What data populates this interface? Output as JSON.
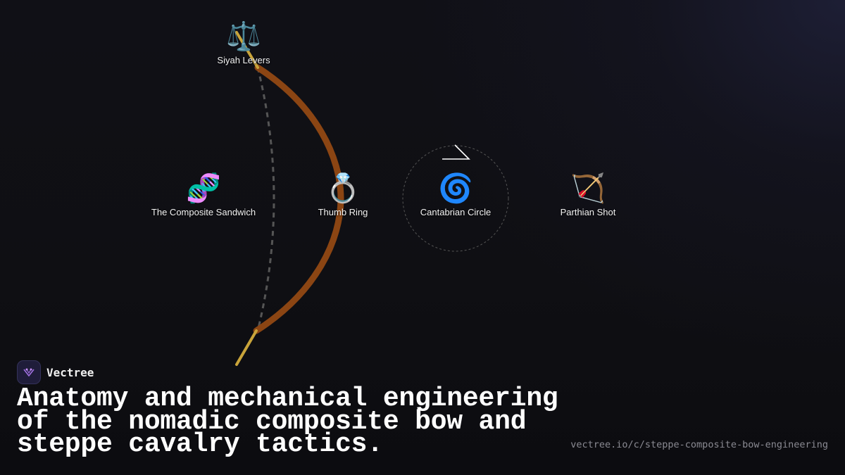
{
  "brand": {
    "name": "Vectree"
  },
  "headline": "Anatomy and mechanical engineering of the nomadic composite bow and steppe cavalry tactics.",
  "url": "vectree.io/c/steppe-composite-bow-engineering",
  "nodes": [
    {
      "id": "siyah-levers",
      "emoji": "⚖️",
      "label": "Siyah Levers"
    },
    {
      "id": "composite-sandwich",
      "emoji": "🧬",
      "label": "The Composite Sandwich"
    },
    {
      "id": "thumb-ring",
      "emoji": "💍",
      "label": "Thumb Ring"
    },
    {
      "id": "cantabrian-circle",
      "emoji": "🌀",
      "label": "Cantabrian Circle"
    },
    {
      "id": "parthian-shot",
      "emoji": "🏹",
      "label": "Parthian Shot"
    }
  ],
  "colors": {
    "bow_limb": "#8b4513",
    "siyah_tip": "#c9a43a",
    "bowstring": "#555555",
    "circle_outline": "#555555",
    "background": "#0f0f14",
    "brand_logo_bg": "#1f1d3a",
    "brand_logo_glyph": "#a070e0"
  }
}
